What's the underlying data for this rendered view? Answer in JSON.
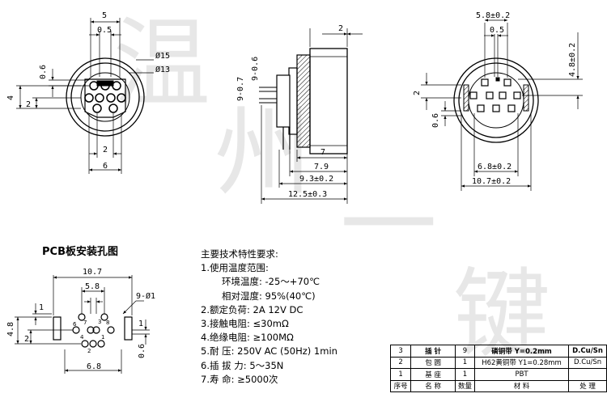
{
  "front_view": {
    "dims": {
      "w5": "5",
      "w05": "0.5",
      "d15": "Ø15",
      "d13": "Ø13",
      "v06": "0.6",
      "v4": "4",
      "v2": "2",
      "b2": "2",
      "b6": "6"
    }
  },
  "side_view": {
    "dims": {
      "t2": "2",
      "v97": "9-0.7",
      "v96": "9-0.6",
      "l7": "7",
      "l79": "7.9",
      "l93": "9.3±0.2",
      "l125": "12.5±0.3"
    }
  },
  "rear_view": {
    "dims": {
      "t58": "5.8±0.2",
      "t05": "0.5",
      "r48": "4.8±0.2",
      "l2": "2",
      "l06": "0.6",
      "b68": "6.8±0.2",
      "b107": "10.7±0.2"
    }
  },
  "pcb": {
    "title": "PCB板安装孔图",
    "dims": {
      "w107": "10.7",
      "w58": "5.8",
      "hole": "9-Ø1",
      "v1": "1",
      "v48": "4.8",
      "v2": "2",
      "r1": "1",
      "r06": "0.6",
      "b68": "6.8"
    },
    "pins": [
      "6",
      "7",
      "3",
      "8",
      "4",
      "1",
      "2"
    ]
  },
  "specs": {
    "title": "主要技术特性要求:",
    "items": [
      "1.使用温度范围:",
      "环境温度: -25～+70℃",
      "相对湿度: 95%(40℃)",
      "2.额定负荷: 2A 12V DC",
      "3.接触电阻: ≤30mΩ",
      "4.绝缘电阻: ≥100MΩ",
      "5.耐    压: 250V AC (50Hz) 1min",
      "6.插 拔 力: 5～35N",
      "7.寿    命: ≥5000次"
    ]
  },
  "bom": {
    "rows": [
      [
        "3",
        "插 针",
        "9",
        "磷铜带 Y=0.2mm",
        "D.Cu/Sn"
      ],
      [
        "2",
        "包 圆",
        "1",
        "H62黄铜带 Y1=0.28mm",
        "D.Cu/Sn"
      ],
      [
        "1",
        "基 座",
        "1",
        "PBT",
        ""
      ]
    ],
    "header": [
      "序号",
      "名 称",
      "数量",
      "材 料",
      "处 理"
    ]
  },
  "watermark": [
    "温",
    "州",
    "一",
    "键"
  ]
}
